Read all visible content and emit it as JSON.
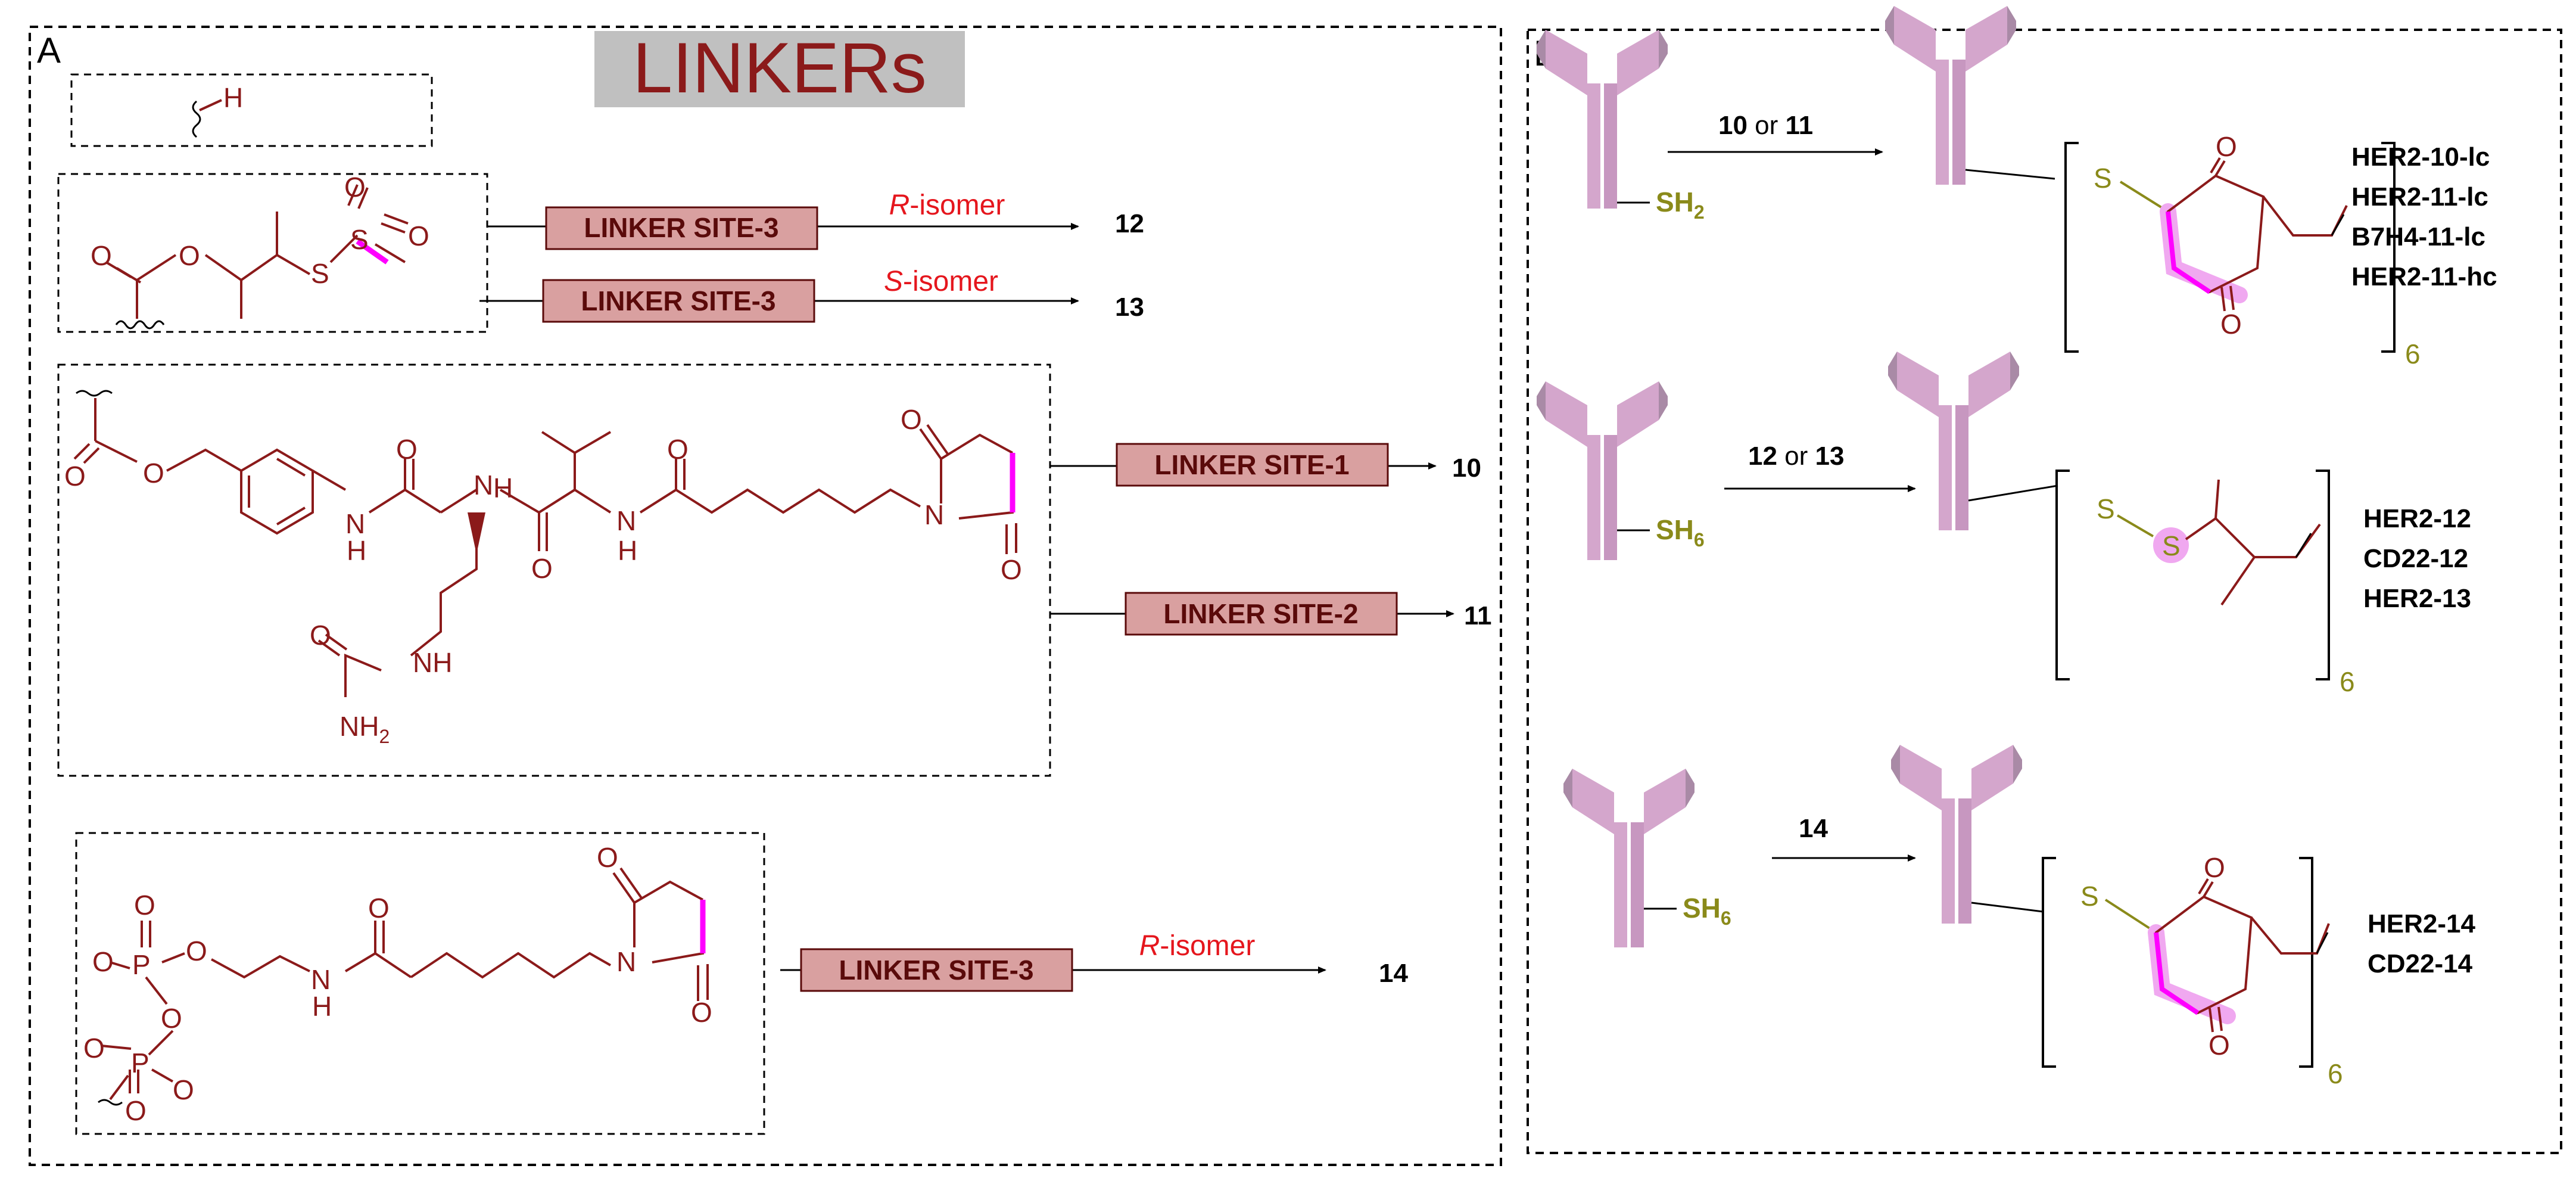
{
  "title": "LINKERs",
  "panels": {
    "a": "A",
    "b": "B"
  },
  "linker_sites": {
    "site3_r": "LINKER SITE-3",
    "site3_s": "LINKER SITE-3",
    "site1": "LINKER SITE-1",
    "site2": "LINKER SITE-2",
    "site3_14": "LINKER SITE-3"
  },
  "isomers": {
    "r_prefix": "R",
    "s_prefix": "S",
    "suffix": "-isomer"
  },
  "products_a": {
    "p12": "12",
    "p13": "13",
    "p10": "10",
    "p11": "11",
    "p14": "14"
  },
  "atoms": {
    "H": "H",
    "O": "O",
    "S": "S",
    "N": "N",
    "P": "P",
    "NH": "NH",
    "NH2_main": "NH",
    "NH2_sub": "2"
  },
  "antibody": {
    "sh_main": "SH",
    "sh2_sub": "2",
    "sh6_sub": "6",
    "S": "S",
    "O": "O",
    "repeat_n": "6"
  },
  "reactions_b": {
    "r1_left": "10",
    "r1_mid": " or ",
    "r1_right": "11",
    "r2_left": "12",
    "r2_mid": " or ",
    "r2_right": "13",
    "r3": "14"
  },
  "conjugates": {
    "g1": [
      "HER2-10-lc",
      "HER2-11-lc",
      "B7H4-11-lc",
      "HER2-11-hc"
    ],
    "g2": [
      "HER2-12",
      "CD22-12",
      "HER2-13"
    ],
    "g3": [
      "HER2-14",
      "CD22-14"
    ]
  },
  "colors": {
    "dark_red": "#8b1a1a",
    "bright_red": "#e5161d",
    "magenta": "#ff00ff",
    "highlight": "#f0a8f0",
    "antibody_light": "#d4a6cc",
    "antibody_dark": "#a98aa6",
    "olive": "#8a8a1a",
    "box_fill": "#d9a0a0",
    "title_bg": "#c0c0c0"
  }
}
